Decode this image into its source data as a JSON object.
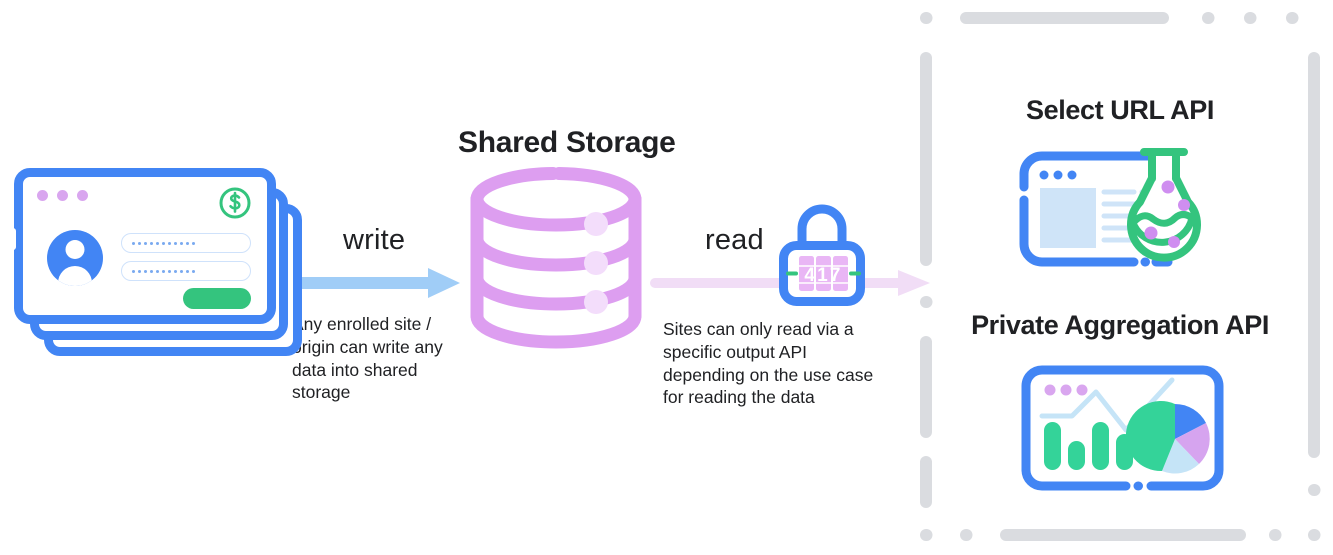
{
  "diagram": {
    "title_storage": "Shared Storage",
    "flow": {
      "write": {
        "label": "write",
        "description": "Any enrolled site /\norigin can write any\ndata into shared\nstorage",
        "arrow_color": "#a0cdf7",
        "arrow_icon": "right-arrow-icon"
      },
      "read": {
        "label": "read",
        "description": "Sites can only read via a\nspecific output API\ndepending on the use case\nfor reading the data",
        "arrow_color": "#f1ddf6",
        "arrow_icon": "right-arrow-icon"
      }
    },
    "source": {
      "icon": "stacked-browser-windows-icon",
      "card_count": 3,
      "window_dots": 3,
      "badge_icon": "dollar-circle-icon",
      "avatar_icon": "user-avatar-icon",
      "password_fields": 2,
      "submit_button_color": "#34c47e",
      "accent_color": "#4285f4",
      "dot_color": "#d9a6ef"
    },
    "storage": {
      "icon": "database-cylinder-icon",
      "layers": 3,
      "color": "#dd9ef0",
      "dot_color": "#f3ddfb"
    },
    "lock": {
      "icon": "combination-lock-icon",
      "combination": "417",
      "body_color": "#4285f4",
      "dial_color": "#e9b6f5",
      "tick_color": "#34c47e"
    },
    "output_panel": {
      "border_style": "dashed",
      "border_color": "#dadce0",
      "apis": [
        {
          "name": "Select URL API",
          "icon": "browser-with-flask-icon",
          "flask_color": "#34c47e",
          "browser_color": "#4285f4",
          "bubble_color": "#cf8ef0"
        },
        {
          "name": "Private Aggregation API",
          "icon": "browser-with-charts-icon",
          "browser_color": "#4285f4",
          "bar_color": "#34d399",
          "line_color": "#c5e4f7",
          "pie_slices": [
            {
              "label": "green",
              "color": "#34d399",
              "value": 48
            },
            {
              "label": "blue",
              "color": "#4285f4",
              "value": 18
            },
            {
              "label": "purple",
              "color": "#d6a4ef",
              "value": 18
            },
            {
              "label": "light-blue",
              "color": "#c5e4f7",
              "value": 16
            }
          ],
          "bar_values": [
            72,
            46,
            72,
            54
          ]
        }
      ]
    }
  }
}
